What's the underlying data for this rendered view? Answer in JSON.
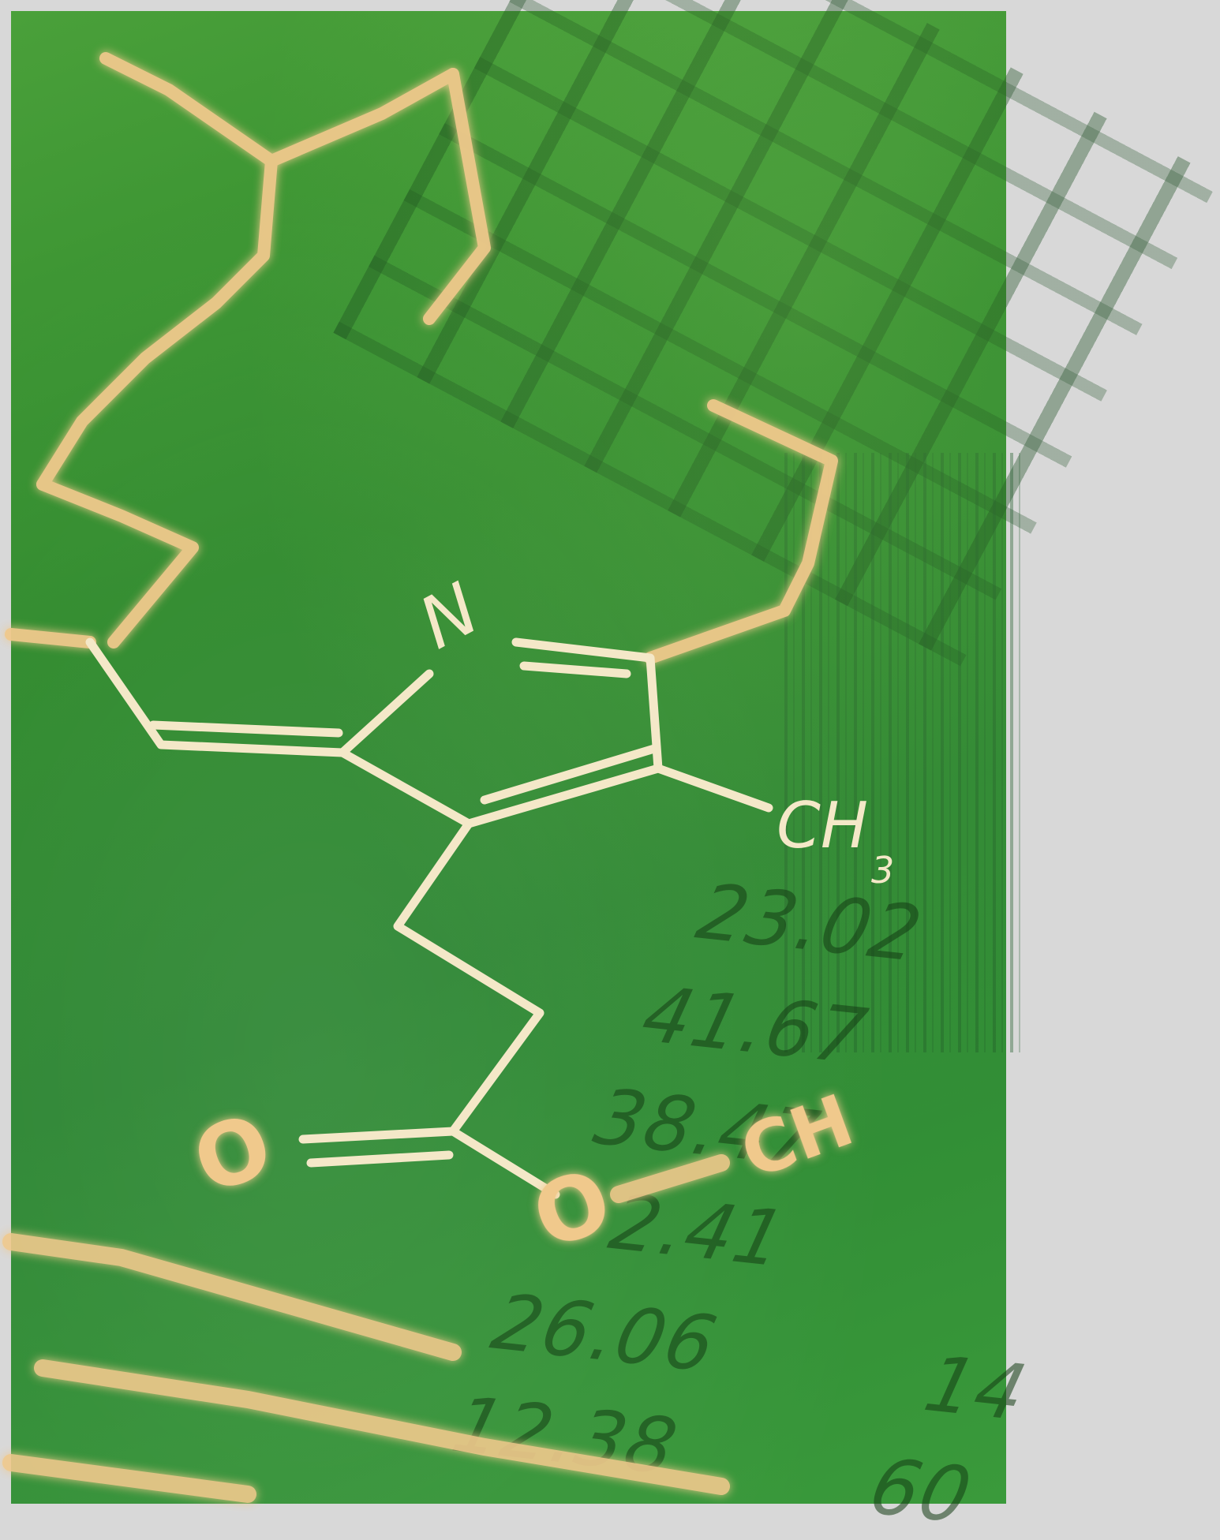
{
  "image": {
    "subject": "molecule-keyboard-photo",
    "labels": {
      "nitrogen": "N",
      "methyl": "CH",
      "methyl_sub": "3",
      "oxygen": "O",
      "ester_o": "O",
      "ester_ch": "CH"
    },
    "table_numbers": [
      "23.02",
      "41.67",
      "38.47",
      "2.41",
      "26.06",
      "12.38",
      "14",
      "60"
    ],
    "colors": {
      "background": "#2f8a2c",
      "bond": "#f0c98c",
      "label": "#f4e8c8"
    }
  }
}
